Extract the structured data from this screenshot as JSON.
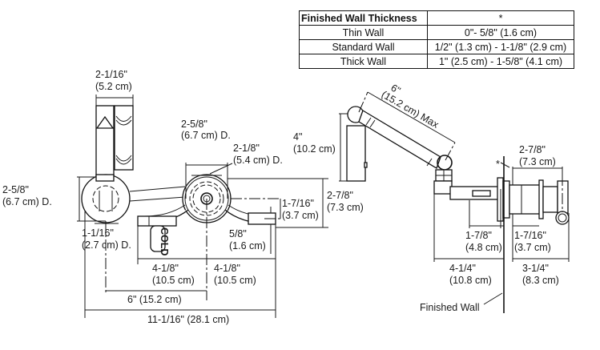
{
  "wall_table": {
    "header": [
      "Finished Wall Thickness",
      "*"
    ],
    "rows": [
      {
        "type": "Thin Wall",
        "range": "0\"- 5/8\" (1.6 cm)"
      },
      {
        "type": "Standard Wall",
        "range": "1/2\" (1.3 cm) - 1-1/8\" (2.9 cm)"
      },
      {
        "type": "Thick Wall",
        "range": "1\" (2.5 cm) - 1-5/8\" (4.1 cm)"
      }
    ]
  },
  "front_view": {
    "spout_width": [
      "2-1/16\"",
      "(5.2 cm)"
    ],
    "escutcheon_left_dia": [
      "2-5/8\"",
      "(6.7 cm) D."
    ],
    "handle_dia": [
      "1-1/16\"",
      "(2.7 cm) D."
    ],
    "escutcheon_center_dia": [
      "2-5/8\"",
      "(6.7 cm) D."
    ],
    "inner_dia": [
      "2-1/8\"",
      "(5.4 cm) D."
    ],
    "center_to_handle_top": [
      "1-7/16\"",
      "(3.7 cm)"
    ],
    "handle_height": [
      "5/8\"",
      "(1.6 cm)"
    ],
    "escutcheon_height": [
      "2-7/8\"",
      "(7.3 cm)"
    ],
    "left_half_width": [
      "4-1/8\"",
      "(10.5 cm)"
    ],
    "right_half_width": [
      "4-1/8\"",
      "(10.5 cm)"
    ],
    "spout_to_center": "6\" (15.2 cm)",
    "overall_width": "11-1/16\" (28.1 cm)",
    "cold_label": "COLD"
  },
  "side_view": {
    "spout_height": [
      "4\"",
      "(10.2 cm)"
    ],
    "spout_reach": [
      "6\"",
      "(15.2 cm) Max"
    ],
    "body_depth": [
      "2-7/8\"",
      "(7.3 cm)"
    ],
    "wall_marker": "*",
    "arm_to_wall": [
      "1-7/8\"",
      "(4.8 cm)"
    ],
    "valve_depth": [
      "1-7/16\"",
      "(3.7 cm)"
    ],
    "reach_from_wall": [
      "4-1/4\"",
      "(10.8 cm)"
    ],
    "behind_wall": [
      "3-1/4\"",
      "(8.3 cm)"
    ],
    "finished_wall_label": "Finished Wall"
  }
}
